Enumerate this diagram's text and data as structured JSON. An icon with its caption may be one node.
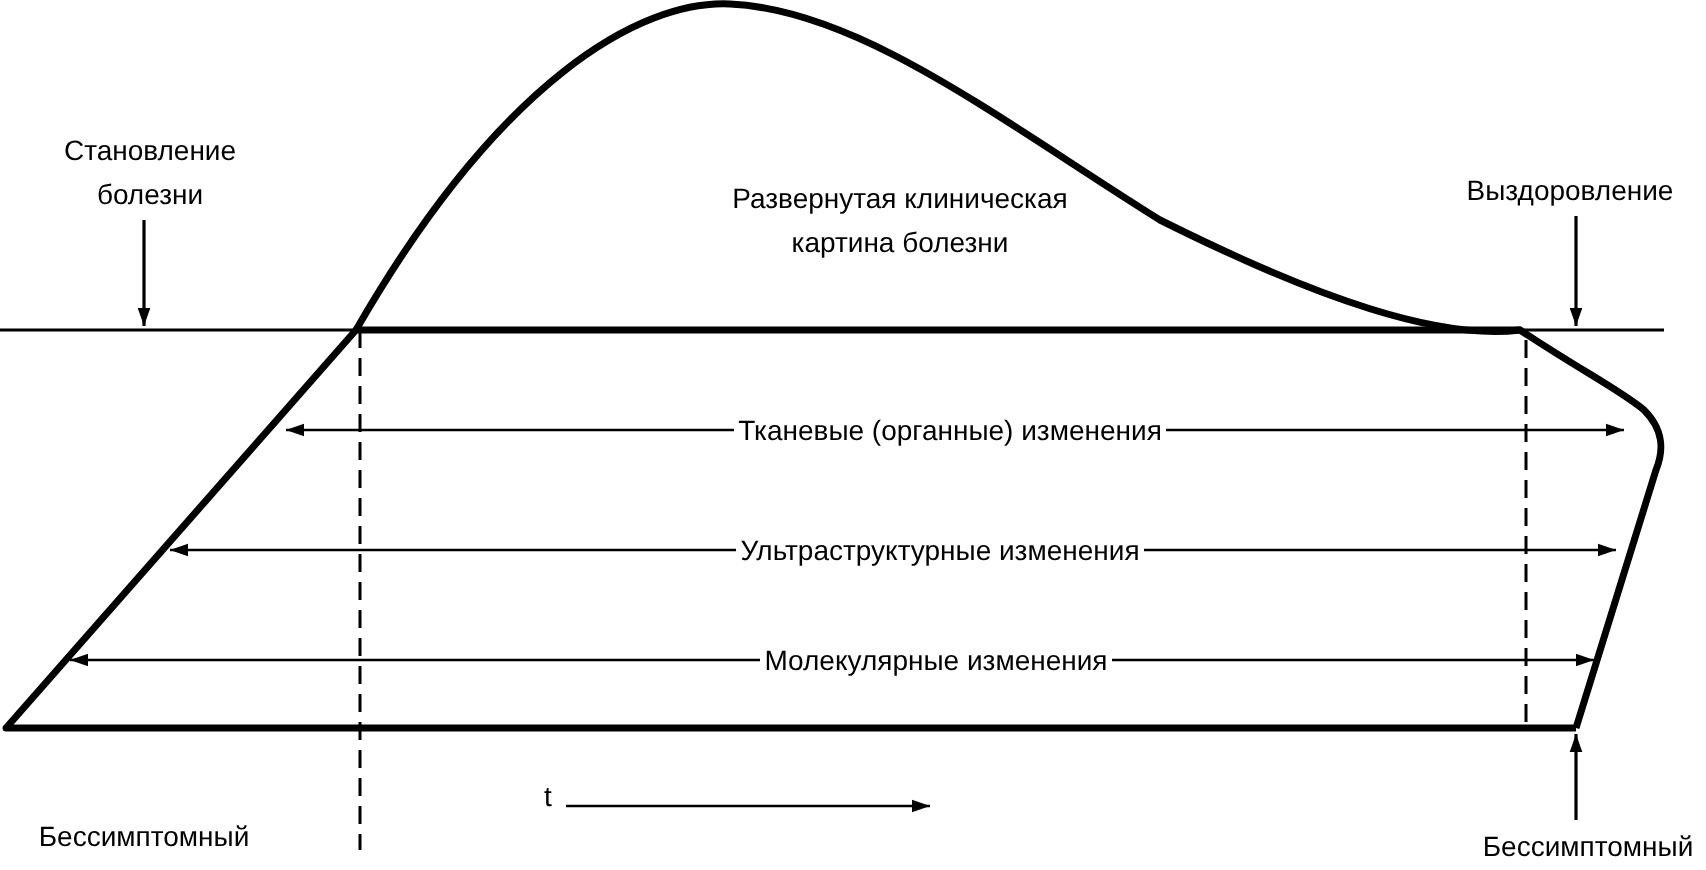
{
  "diagram": {
    "nodes": [
      {
        "text": [
          "Становление болезни"
        ]
      },
      {
        "text": [
          "Выздоровление"
        ]
      },
      {
        "text": [
          "Бессимптомный"
        ]
      }
    ],
    "edges": [
      {
        "from": 0,
        "to": null,
        "arrow": "to"
      },
      {
        "from": 1,
        "to": null,
        "arrow": "to"
      },
      {
        "from": 2,
        "to": null,
        "arrow": "to"
      }
    ],
    "labels": [
      "Развернутая клиническая картина болезни",
      "Тканевые (органные) изменения",
      "Ультраструктурные изменения",
      "Молекулярные изменения",
      "Бессимптомный",
      "t"
    ]
  }
}
